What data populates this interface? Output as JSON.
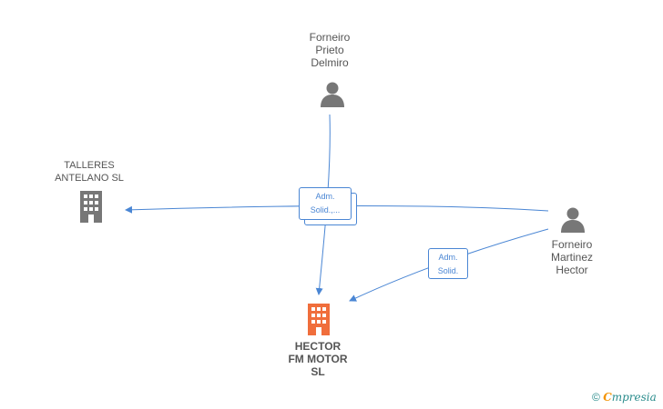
{
  "nodes": {
    "delmiro": {
      "lines": [
        "Forneiro",
        "Prieto",
        "Delmiro"
      ],
      "icon": "person-icon"
    },
    "hector": {
      "lines": [
        "Forneiro",
        "Martinez",
        "Hector"
      ],
      "icon": "person-icon"
    },
    "talleres": {
      "lines": [
        "TALLERES",
        "ANTELANO SL"
      ],
      "icon": "building-icon"
    },
    "main": {
      "lines": [
        "HECTOR",
        "FM MOTOR",
        "SL"
      ],
      "icon": "building-icon"
    }
  },
  "roles": {
    "center": {
      "lines": [
        "Adm.",
        "Solid.,..."
      ]
    },
    "right": {
      "lines": [
        "Adm.",
        "Solid."
      ]
    }
  },
  "colors": {
    "edge": "#4a86d4",
    "person": "#777777",
    "company": "#777777",
    "main_company": "#f06e3c"
  },
  "footer": {
    "copyright": "©",
    "brand_first": "C",
    "brand_rest": "mpresia"
  }
}
